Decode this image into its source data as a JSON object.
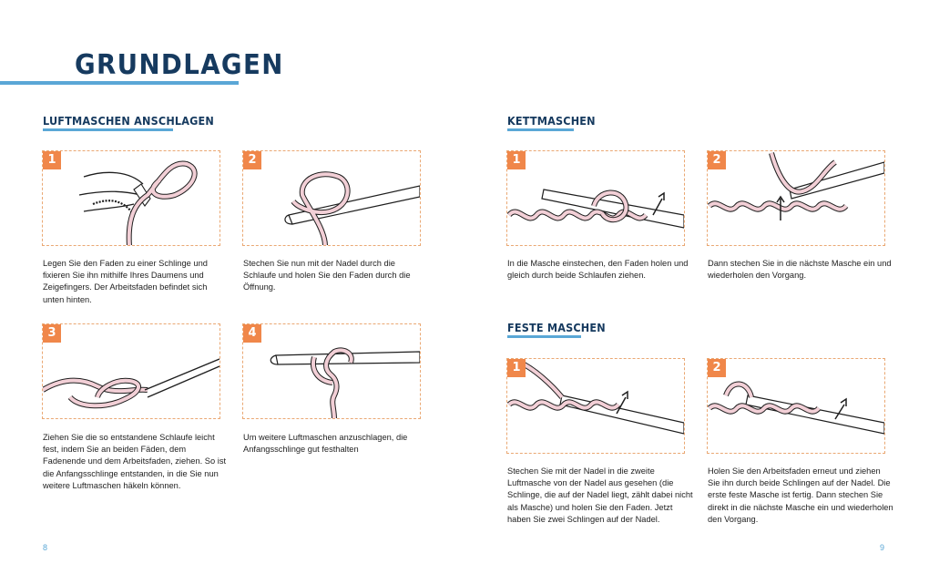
{
  "page": {
    "title": "GRUNDLAGEN",
    "left_page_number": "8",
    "right_page_number": "9"
  },
  "sections": {
    "luftmaschen": {
      "title": "LUFTMASCHEN ANSCHLAGEN",
      "steps": [
        {
          "number": "1",
          "text": "Legen Sie den Faden zu einer Schlinge und fixieren Sie ihn mithilfe Ihres Daumens und Zeigefingers. Der Arbeitsfaden befindet sich unten hinten."
        },
        {
          "number": "2",
          "text": "Stechen Sie nun mit der Nadel durch die Schlaufe und holen Sie den Faden durch die Öffnung."
        },
        {
          "number": "3",
          "text": "Ziehen Sie die so entstandene Schlaufe leicht fest, indem Sie an beiden Fäden, dem Fadenende und dem Arbeitsfaden, ziehen. So ist die Anfangsschlinge entstanden, in die Sie nun weitere Luftmaschen häkeln können."
        },
        {
          "number": "4",
          "text": "Um weitere Luftmaschen anzuschlagen, die Anfangsschlinge gut festhalten"
        }
      ]
    },
    "kettmaschen": {
      "title": "KETTMASCHEN",
      "steps": [
        {
          "number": "1",
          "text": "In die Masche einstechen, den Faden holen und gleich durch beide Schlaufen ziehen."
        },
        {
          "number": "2",
          "text": "Dann stechen Sie in die nächste Masche ein und wiederholen den Vorgang."
        }
      ]
    },
    "feste_maschen": {
      "title": "FESTE MASCHEN",
      "steps": [
        {
          "number": "1",
          "text": "Stechen Sie mit der Nadel in die zweite Luftmasche von der Nadel aus gesehen (die Schlinge, die auf der Nadel liegt, zählt dabei nicht als Masche) und holen Sie den Faden. Jetzt haben Sie zwei Schlingen auf der Nadel."
        },
        {
          "number": "2",
          "text": "Holen Sie den Arbeitsfaden erneut und ziehen Sie ihn durch beide Schlingen auf der Nadel. Die erste feste Masche ist fertig. Dann stechen Sie direkt in die nächste Masche ein und wiederholen den Vorgang."
        }
      ]
    }
  },
  "colors": {
    "title": "#163a5f",
    "accent_rule": "#5aa7d6",
    "badge": "#f0874a",
    "yarn": "#f2cfd6",
    "panel_border": "#eaa873"
  }
}
